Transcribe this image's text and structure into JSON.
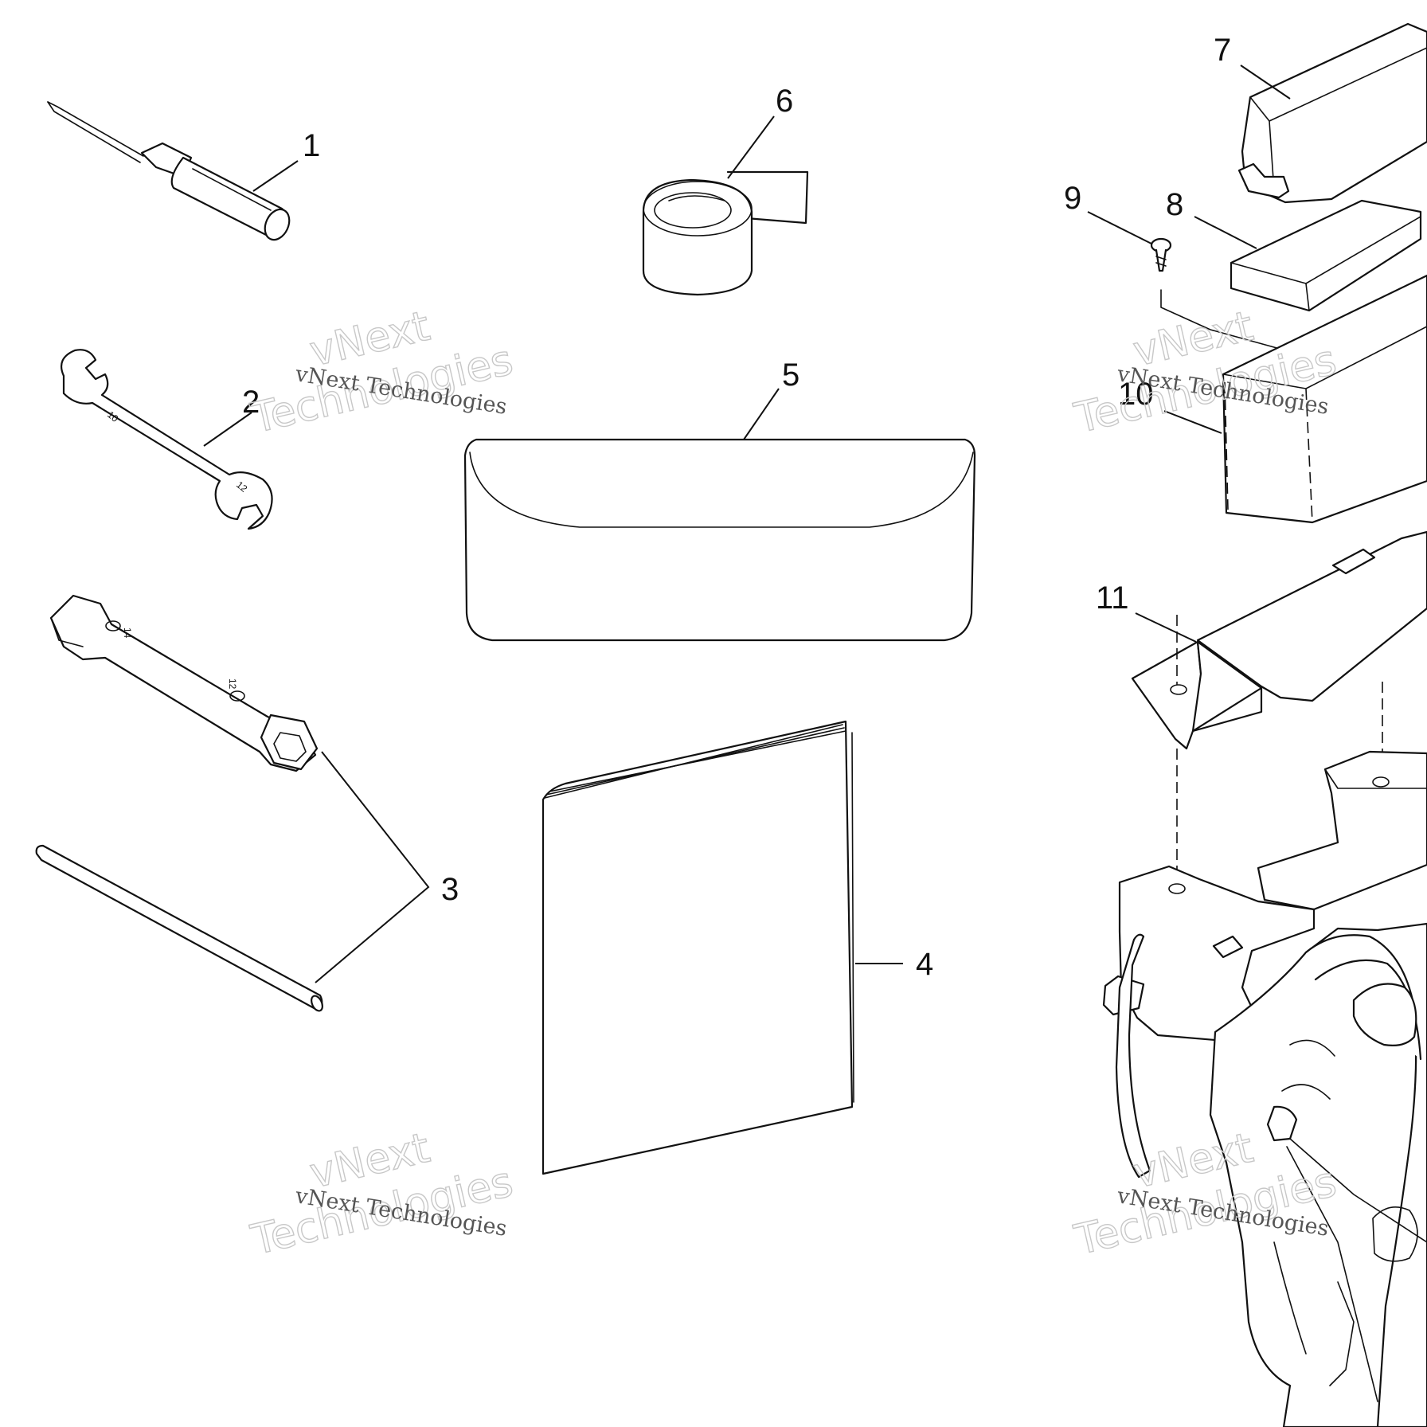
{
  "callouts": [
    "1",
    "2",
    "3",
    "4",
    "5",
    "6",
    "7",
    "8",
    "9",
    "10",
    "11"
  ],
  "wrench_marks": {
    "open_end_small": "10",
    "open_end_large": "12",
    "socket_small": "14",
    "socket_large": "12"
  },
  "watermark": {
    "outline_line1": "vNext",
    "outline_line2": "Technologies",
    "caption": "vNext Technologies"
  },
  "colors": {
    "line": "#111111",
    "background": "#ffffff",
    "watermark_outline": "#c8c8c8",
    "watermark_text": "#555555"
  }
}
